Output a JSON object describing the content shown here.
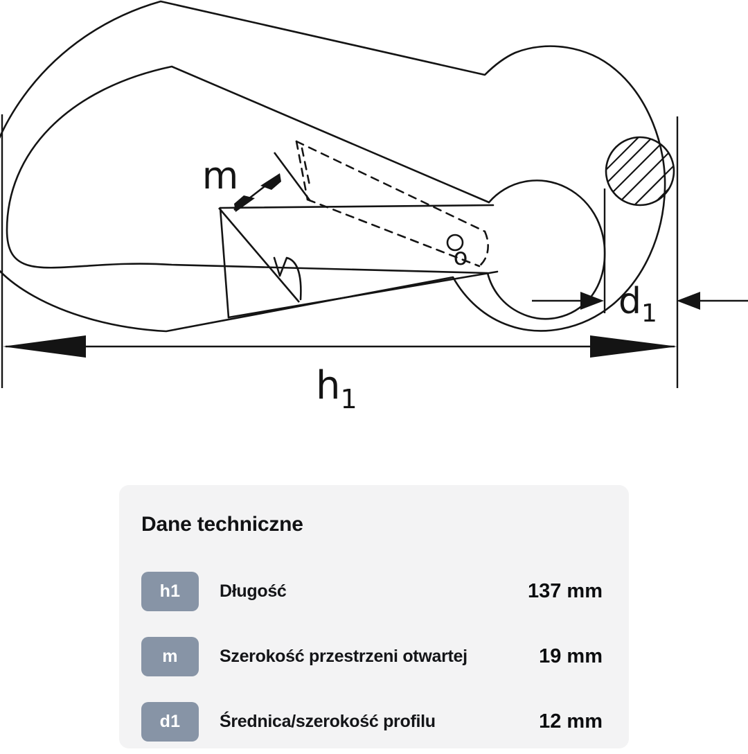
{
  "drawing": {
    "title": "carabiner-snap-hook-technical-drawing",
    "dimension_labels": {
      "gate_opening": "m",
      "length": "h",
      "length_subscript": "1",
      "profile_diameter": "d",
      "profile_diameter_subscript": "1",
      "rivet_hole": "o"
    },
    "line_color": "#141414"
  },
  "spec_panel": {
    "title": "Dane techniczne",
    "background": "#f3f3f4",
    "badge_color": "#8794a6",
    "rows": [
      {
        "badge": "h1",
        "name": "Długość",
        "value": "137 mm"
      },
      {
        "badge": "m",
        "name": "Szerokość przestrzeni otwartej",
        "value": "19 mm"
      },
      {
        "badge": "d1",
        "name": "Średnica/szerokość profilu",
        "value": "12 mm"
      }
    ]
  }
}
